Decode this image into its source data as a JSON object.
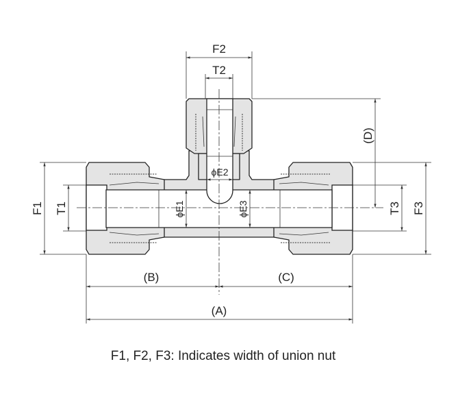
{
  "labels": {
    "F1": "F1",
    "T1": "T1",
    "F2": "F2",
    "T2": "T2",
    "F3": "F3",
    "T3": "T3",
    "D": "(D)",
    "A": "(A)",
    "B": "(B)",
    "C": "(C)",
    "E1": "ϕE1",
    "E2": "ϕE2",
    "E3": "ϕE3"
  },
  "caption": "F1, F2, F3: Indicates width of union nut"
}
